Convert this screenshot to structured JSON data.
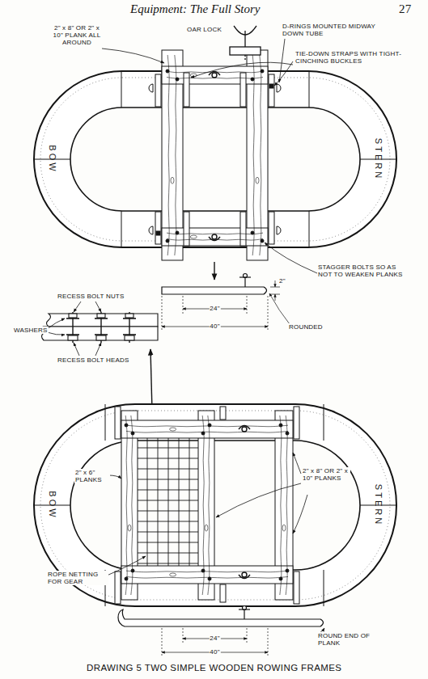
{
  "diagram": {
    "caption": "DRAWING 5 TWO SIMPLE WOODEN ROWING FRAMES",
    "labels": [
      "Equipment: The Full Story",
      "27",
      "OAR LOCK",
      "D-RINGS MOUNTED MIDWAY DOWN TUBE",
      "2\" x 8\" OR 2\" x 10\" PLANK ALL AROUND",
      "TIE-DOWN STRAPS WITH TIGHT-CINCHING BUCKLES",
      "BOW",
      "STERN",
      "STAGGER BOLTS SO AS NOT TO WEAKEN PLANKS",
      "2\"",
      "24\"",
      "40\"",
      "ROUNDED",
      "RECESS BOLT NUTS",
      "WASHERS",
      "RECESS BOLT HEADS",
      "BOW",
      "STERN",
      "2\" x 6\" PLANKS",
      "2\" x 8\" OR 2\" x 10\" PLANKS",
      "ROPE NETTING FOR GEAR",
      "24\"",
      "40\"",
      "ROUND END OF PLANK"
    ]
  }
}
